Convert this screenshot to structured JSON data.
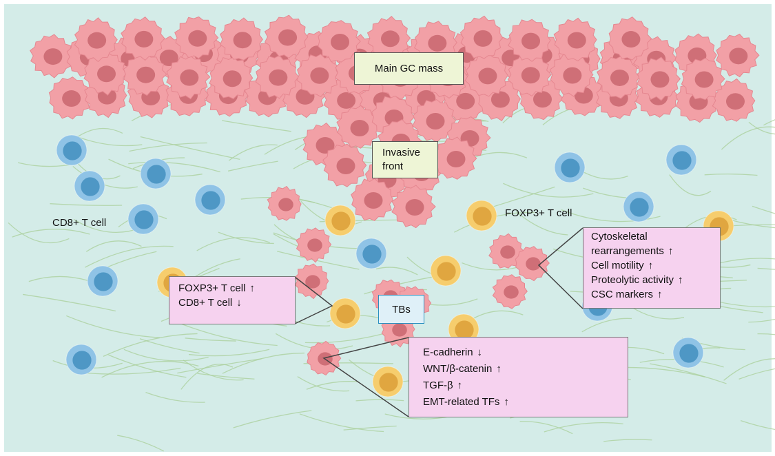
{
  "labels": {
    "main_mass": "Main GC mass",
    "invasive_front_1": "Invasive",
    "invasive_front_2": "front",
    "cd8": "CD8+ T cell",
    "foxp3": "FOXP3+ T cell",
    "tbs": "TBs"
  },
  "immune_box": {
    "rows": [
      {
        "text": "FOXP3+ T cell",
        "arrow": "↑"
      },
      {
        "text": "CD8+ T cell",
        "arrow": "↓"
      }
    ]
  },
  "cluster_box": {
    "rows": [
      {
        "text": "Cytoskeletal",
        "arrow": ""
      },
      {
        "text": "rearrangements",
        "arrow": "↑"
      },
      {
        "text": "Cell motility",
        "arrow": "↑"
      },
      {
        "text": "Proteolytic activity",
        "arrow": "↑"
      },
      {
        "text": "CSC markers",
        "arrow": "↑"
      }
    ]
  },
  "single_box": {
    "rows": [
      {
        "text": "E-cadherin",
        "arrow": "↓"
      },
      {
        "text": "WNT/β-catenin",
        "arrow": "↑"
      },
      {
        "text": "TGF-β",
        "arrow": "↑"
      },
      {
        "text": "EMT-related TFs",
        "arrow": "↑"
      }
    ]
  },
  "colors": {
    "background": "#d4ece8",
    "tumor_cell": "#f2a0a6",
    "tumor_nucleus": "#cf6f77",
    "cd8_cell": "#8fc3e6",
    "cd8_nucleus": "#4e97c5",
    "foxp3_cell": "#f6cd6d",
    "foxp3_nucleus": "#e0a640",
    "stroma_fiber": "#a9cf9a"
  }
}
